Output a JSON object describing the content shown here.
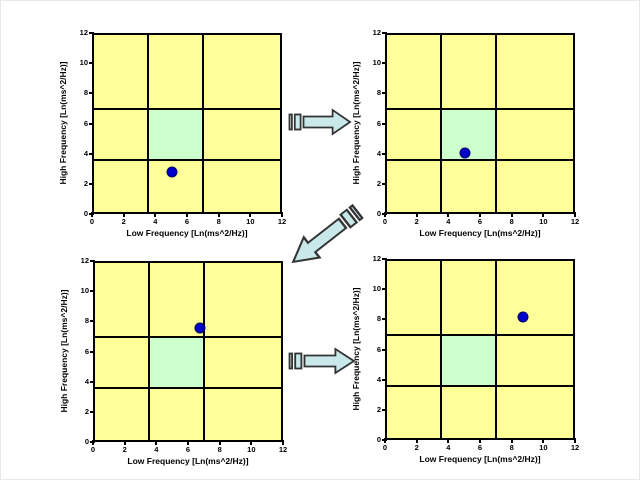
{
  "figure": {
    "description": "2x2 sequence of frequency-domain scatter charts linked by striped block arrows"
  },
  "colors": {
    "cell_yellow": "#FFFF99",
    "cell_green": "#CCFFCC",
    "point_fill": "#0000CC",
    "point_stroke": "#000060",
    "arrow_fill": "#C9E8EA",
    "arrow_stroke": "#333333",
    "axis_line": "#000000"
  },
  "chart_data": [
    {
      "name": "step-1-top-left",
      "type": "scatter",
      "xlabel": "Low Frequency [Ln(ms^2/Hz)]",
      "ylabel": "High Frequency [Ln(ms^2/Hz)]",
      "xlim": [
        0,
        12
      ],
      "ylim": [
        0,
        12
      ],
      "xticks": [
        0,
        2,
        4,
        6,
        8,
        10,
        12
      ],
      "yticks": [
        0,
        2,
        4,
        6,
        8,
        10,
        12
      ],
      "grid_boundaries": [
        3.5,
        7
      ],
      "background_color": "#FFFF99",
      "highlight_cell": {
        "x": [
          3.5,
          7
        ],
        "y": [
          3.5,
          7
        ],
        "color": "#CCFFCC"
      },
      "points": [
        {
          "x": 5.0,
          "y": 2.7
        }
      ]
    },
    {
      "name": "step-2-top-right",
      "type": "scatter",
      "xlabel": "Low Frequency [Ln(ms^2/Hz)]",
      "ylabel": "High Frequency [Ln(ms^2/Hz)]",
      "xlim": [
        0,
        12
      ],
      "ylim": [
        0,
        12
      ],
      "xticks": [
        0,
        2,
        4,
        6,
        8,
        10,
        12
      ],
      "yticks": [
        0,
        2,
        4,
        6,
        8,
        10,
        12
      ],
      "grid_boundaries": [
        3.5,
        7
      ],
      "background_color": "#FFFF99",
      "highlight_cell": {
        "x": [
          3.5,
          7
        ],
        "y": [
          3.5,
          7
        ],
        "color": "#CCFFCC"
      },
      "points": [
        {
          "x": 5.0,
          "y": 4.0
        }
      ]
    },
    {
      "name": "step-3-bottom-left",
      "type": "scatter",
      "xlabel": "Low Frequency [Ln(ms^2/Hz)]",
      "ylabel": "High Frequency [Ln(ms^2/Hz)]",
      "xlim": [
        0,
        12
      ],
      "ylim": [
        0,
        12
      ],
      "xticks": [
        0,
        2,
        4,
        6,
        8,
        10,
        12
      ],
      "yticks": [
        0,
        2,
        4,
        6,
        8,
        10,
        12
      ],
      "grid_boundaries": [
        3.5,
        7
      ],
      "background_color": "#FFFF99",
      "highlight_cell": {
        "x": [
          3.5,
          7
        ],
        "y": [
          3.5,
          7
        ],
        "color": "#CCFFCC"
      },
      "points": [
        {
          "x": 6.8,
          "y": 7.6
        }
      ]
    },
    {
      "name": "step-4-bottom-right",
      "type": "scatter",
      "xlabel": "Low Frequency [Ln(ms^2/Hz)]",
      "ylabel": "High Frequency [Ln(ms^2/Hz)]",
      "xlim": [
        0,
        12
      ],
      "ylim": [
        0,
        12
      ],
      "xticks": [
        0,
        2,
        4,
        6,
        8,
        10,
        12
      ],
      "yticks": [
        0,
        2,
        4,
        6,
        8,
        10,
        12
      ],
      "grid_boundaries": [
        3.5,
        7
      ],
      "background_color": "#FFFF99",
      "highlight_cell": {
        "x": [
          3.5,
          7
        ],
        "y": [
          3.5,
          7
        ],
        "color": "#CCFFCC"
      },
      "points": [
        {
          "x": 8.8,
          "y": 8.2
        }
      ]
    }
  ],
  "arrows": [
    {
      "name": "flow-arrow-1",
      "direction": "right"
    },
    {
      "name": "flow-arrow-diagonal",
      "direction": "down-left"
    },
    {
      "name": "flow-arrow-2",
      "direction": "right"
    }
  ]
}
